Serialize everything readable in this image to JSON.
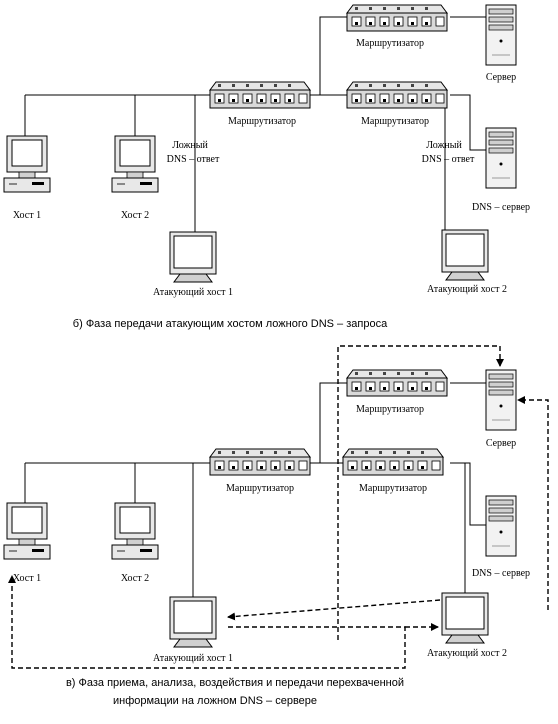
{
  "panel_b": {
    "labels": {
      "router_top": "Маршрутизатор",
      "router_left": "Маршрутизатор",
      "router_right": "Маршрутизатор",
      "server": "Сервер",
      "dns_server": "DNS – сервер",
      "host1": "Хост 1",
      "host2": "Хост 2",
      "fake_dns_left_1": "Ложный",
      "fake_dns_left_2": "DNS – ответ",
      "fake_dns_right_1": "Ложный",
      "fake_dns_right_2": "DNS – ответ",
      "attacker1": "Атакующий хост 1",
      "attacker2": "Атакующий хост 2"
    },
    "caption": "б) Фаза передачи атакующим хостом ложного DNS – запроса"
  },
  "panel_c": {
    "labels": {
      "router_top": "Маршрутизатор",
      "router_left": "Маршрутизатор",
      "router_right": "Маршрутизатор",
      "server": "Сервер",
      "dns_server": "DNS – сервер",
      "host1": "Хост 1",
      "host2": "Хост 2",
      "attacker1": "Атакующий хост 1",
      "attacker2": "Атакующий хост 2"
    },
    "caption_line1": "в) Фаза приема, анализа, воздействия и передачи перехваченной",
    "caption_line2": "информации на ложном DNS – сервере"
  }
}
